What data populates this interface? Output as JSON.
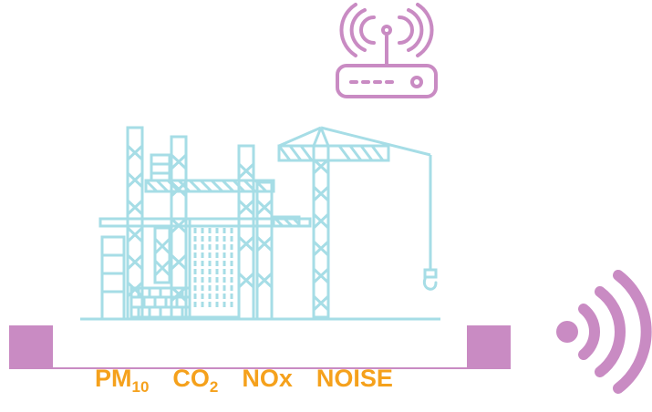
{
  "colors": {
    "structure": "#a6dde6",
    "accent_purple": "#c98bc3",
    "label_orange": "#f5a11c",
    "baseline": "#c98bc3"
  },
  "icons": {
    "router": "wifi-router-icon",
    "signal": "wireless-signal-icon",
    "building": "construction-building-icon",
    "crane": "tower-crane-icon"
  },
  "labels": {
    "pm": {
      "main": "PM",
      "sub": "10"
    },
    "co": {
      "main": "CO",
      "sub": "2"
    },
    "nox": {
      "main": "NOx"
    },
    "noise": {
      "main": "NOISE"
    }
  }
}
